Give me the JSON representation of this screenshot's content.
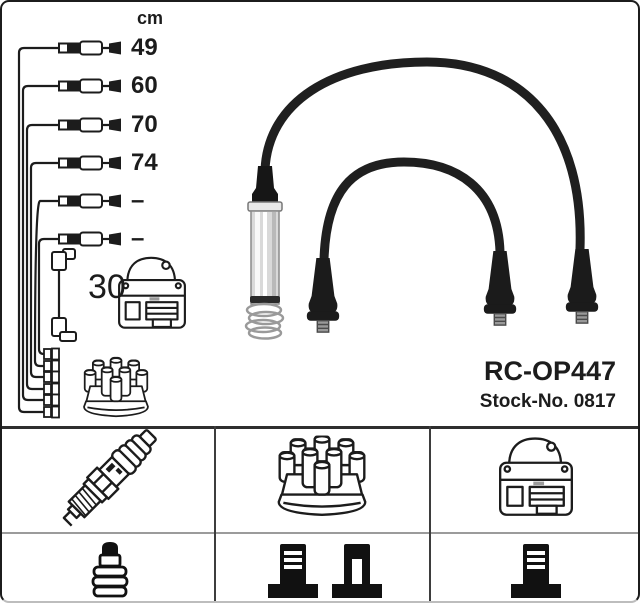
{
  "card": {
    "product_code": "RC-OP447",
    "stock_label": "Stock-No. 0817"
  },
  "schematic": {
    "unit_header": "cm",
    "cables": [
      {
        "length": "49"
      },
      {
        "length": "60"
      },
      {
        "length": "70"
      },
      {
        "length": "74"
      },
      {
        "length": "–"
      },
      {
        "length": "–"
      }
    ],
    "coil_wire_length": "30",
    "components": [
      "ignition-coil",
      "distributor-cap",
      "terminal-stubs"
    ]
  },
  "photo": {
    "items": [
      "metal-plug-connector-with-spring",
      "long-cable-arc",
      "short-cable-arc",
      "rubber-boot-ends"
    ]
  },
  "legend": {
    "top_row_icons": [
      "spark-plug",
      "distributor-cap",
      "ignition-coil"
    ],
    "bottom_row_icons": [
      "plug-boot",
      "terminal-ribbed",
      "terminal-slotted",
      "terminal-ribbed"
    ]
  },
  "colors": {
    "ink": "#1c1c1c",
    "grid_dark": "#3d3d3d",
    "grid_light": "#9b9b9b",
    "background": "#ffffff"
  }
}
